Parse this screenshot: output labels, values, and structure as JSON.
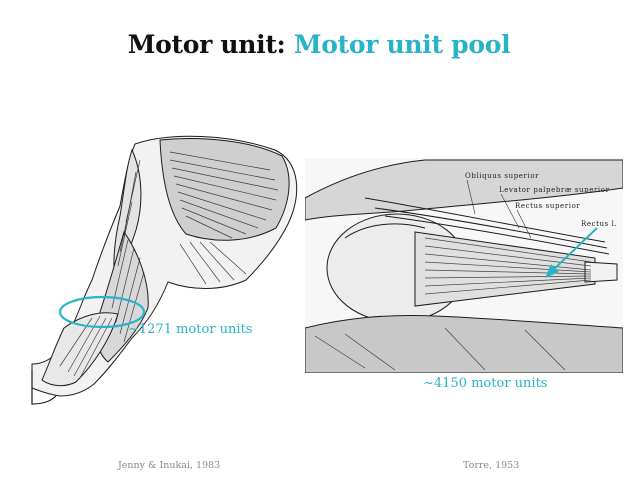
{
  "title": {
    "prefix": "Motor unit:",
    "accent": "Motor unit pool",
    "accent_color": "#29b3c9"
  },
  "left_figure": {
    "callout": "~1271 motor units"
  },
  "right_figure": {
    "labels": [
      "Obliquus superior",
      "Levator palpebræ superior",
      "Rectus superior",
      "Rectus l."
    ],
    "callout": "~4150 motor units"
  },
  "citations": {
    "left": "Jenny & Inukai, 1983",
    "right": "Torre, 1953"
  }
}
